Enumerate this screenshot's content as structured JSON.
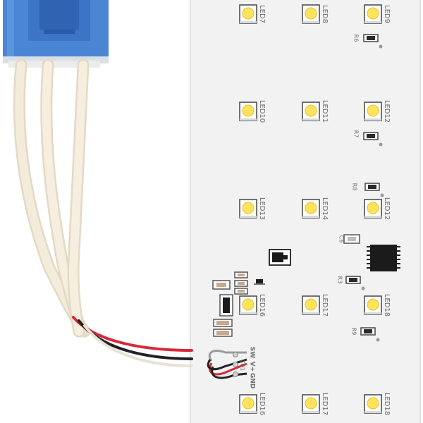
{
  "colors": {
    "board": "#f2f2f2",
    "board_edge": "#d9d9d9",
    "connector": "#4a86d4",
    "connector_dark": "#2f64b3",
    "wire": "#f2ead8",
    "led_yellow": "#ffe35a",
    "silkscreen": "#6d6d6d",
    "red_wire": "#d8283a",
    "black_wire": "#222222"
  },
  "leds": [
    {
      "label": "LED7"
    },
    {
      "label": "LED8"
    },
    {
      "label": "LED9"
    },
    {
      "label": "LED10"
    },
    {
      "label": "LED11"
    },
    {
      "label": "LED12"
    },
    {
      "label": "LED13"
    },
    {
      "label": "LED14"
    },
    {
      "label": "LED12"
    },
    {
      "label": "LED16"
    },
    {
      "label": "LED17"
    },
    {
      "label": "LED18"
    },
    {
      "label": "LED16"
    },
    {
      "label": "LED17"
    },
    {
      "label": "LED18"
    }
  ],
  "resistors": [
    {
      "label": "R6"
    },
    {
      "label": "R7"
    },
    {
      "label": "R8"
    },
    {
      "label": "R3"
    },
    {
      "label": "R9"
    }
  ],
  "capacitor": {
    "label": "C6"
  },
  "connector_pins": {
    "sw": "SW",
    "v_plus": "V+",
    "gnd": "GND",
    "cn": "CN1"
  }
}
